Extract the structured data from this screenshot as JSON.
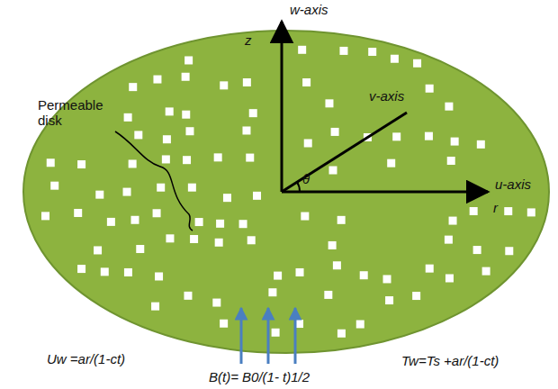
{
  "diagram": {
    "labels": [
      "w-axis",
      "z",
      "v-axis",
      "u-axis",
      "r",
      "θ",
      "Permeable disk",
      "Uw =ar/(1-ct)",
      "B(t)= B0/(1- t)1/2",
      "Tw=Ts +ar/(1-ct)"
    ]
  }
}
